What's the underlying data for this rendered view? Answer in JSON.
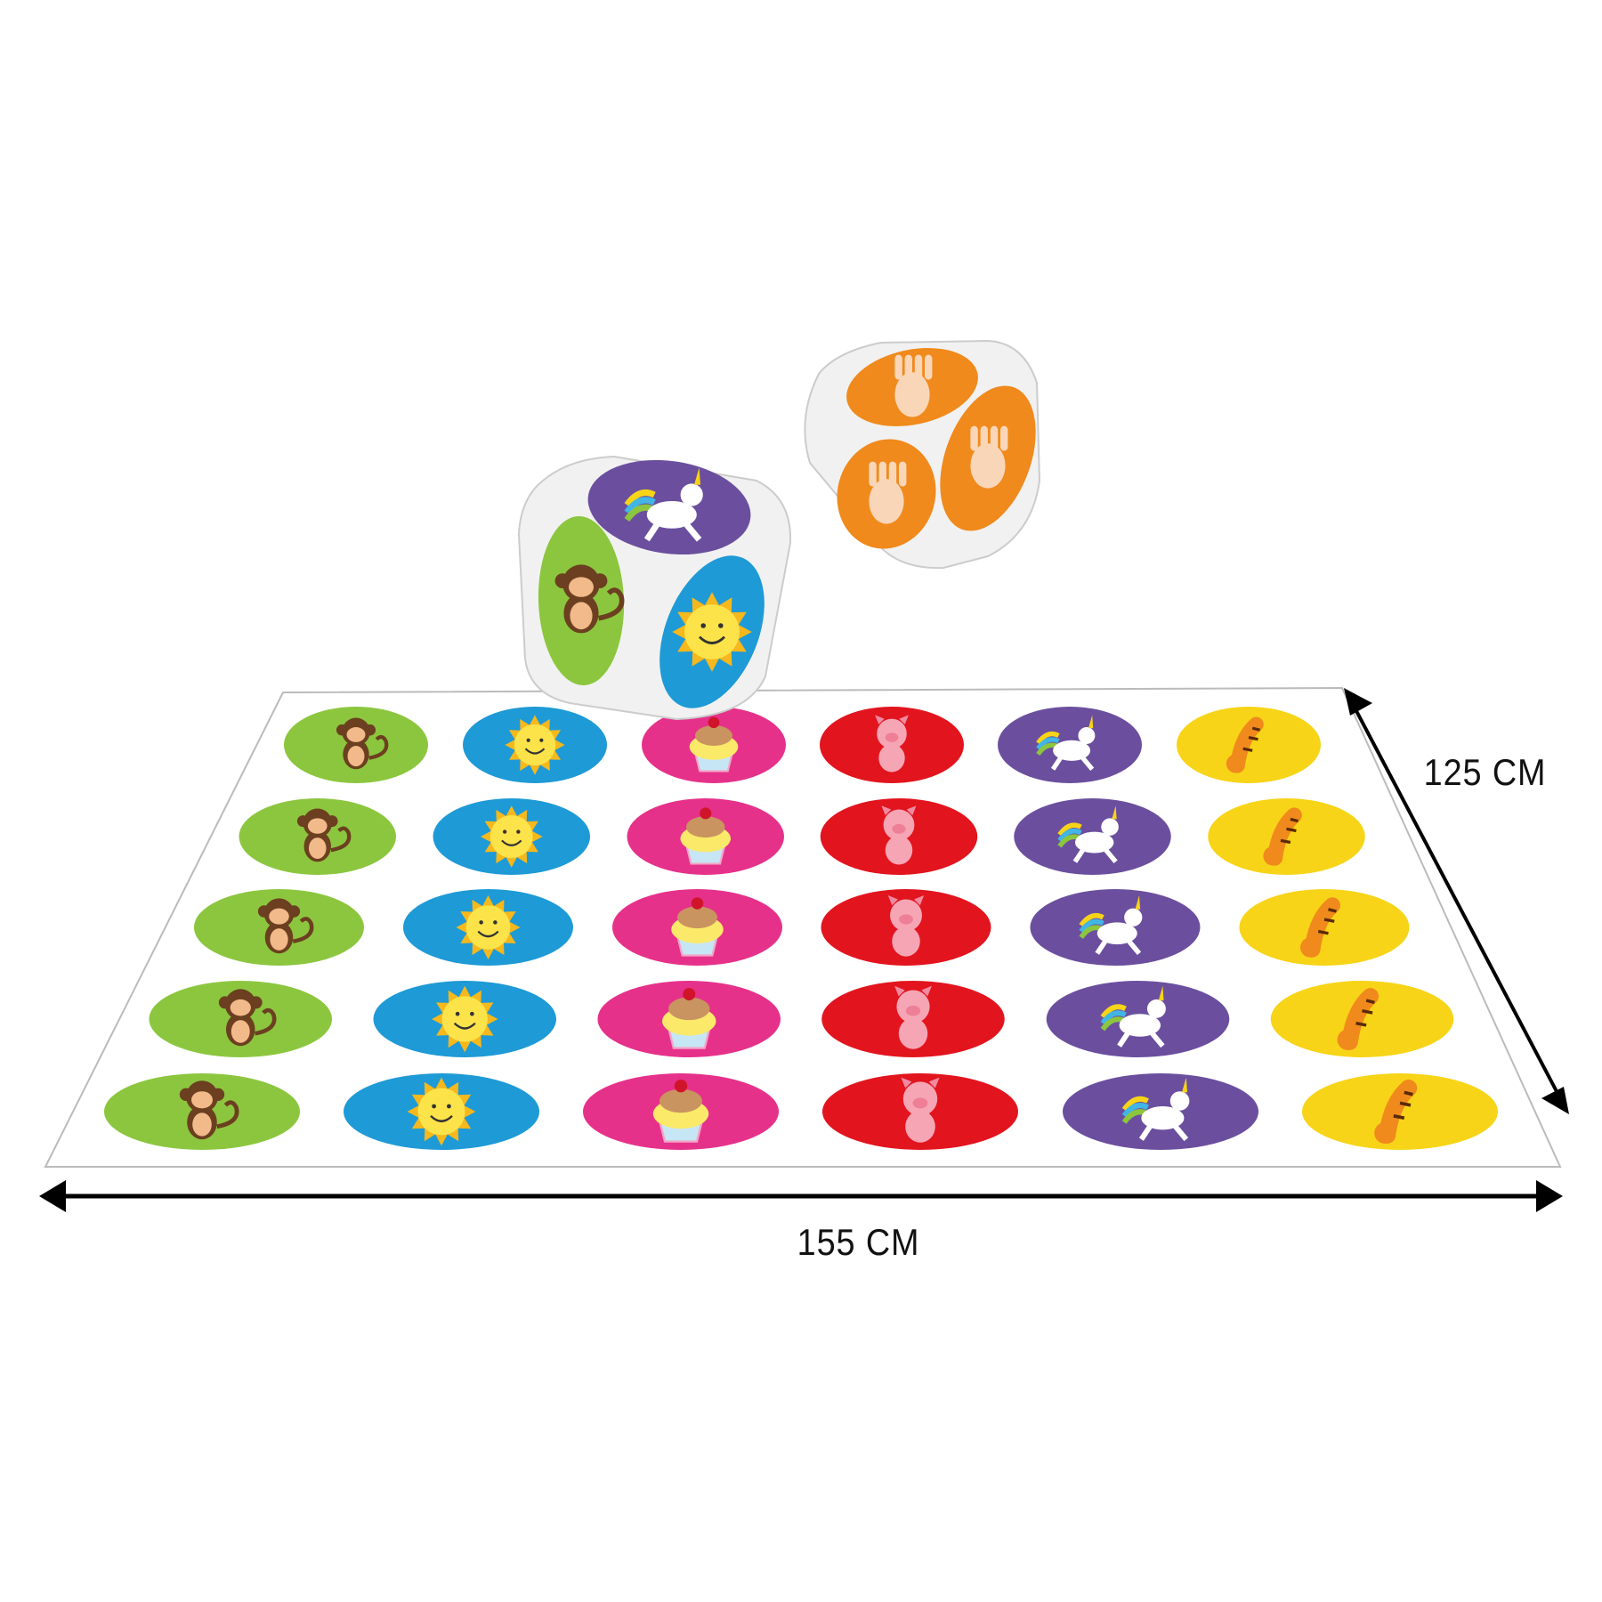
{
  "dimensions": {
    "width_label": "155 CM",
    "depth_label": "125 CM"
  },
  "columns": [
    {
      "icon": "monkey-icon",
      "color": "#8cc63f"
    },
    {
      "icon": "sun-icon",
      "color": "#1e9ad6"
    },
    {
      "icon": "cupcake-icon",
      "color": "#e6318a"
    },
    {
      "icon": "pig-icon",
      "color": "#e2141e"
    },
    {
      "icon": "unicorn-icon",
      "color": "#6b4f9e"
    },
    {
      "icon": "tiger-icon",
      "color": "#f7d417"
    }
  ],
  "rows": 5,
  "dice": [
    {
      "name": "symbol-die",
      "faces": [
        "unicorn-icon",
        "monkey-icon",
        "sun-icon"
      ]
    },
    {
      "name": "hand-foot-die",
      "faces": [
        "foot-icon",
        "hand-icon",
        "hand-icon"
      ],
      "color": "#f08a1c"
    }
  ]
}
